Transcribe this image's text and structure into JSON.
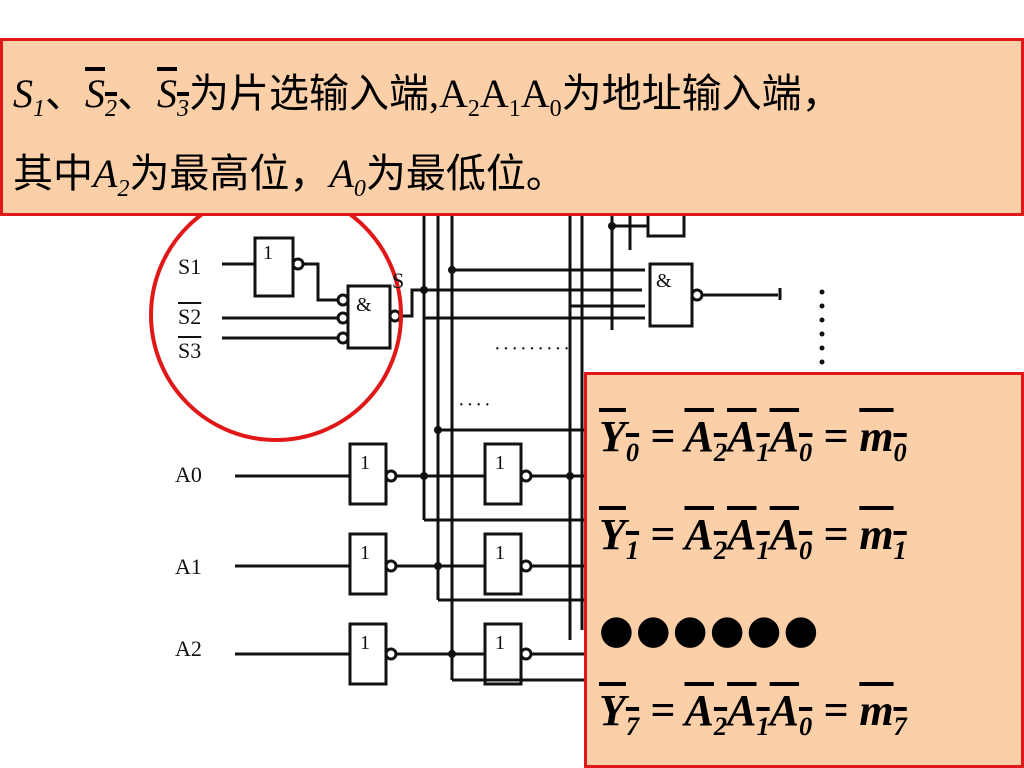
{
  "header": {
    "line1": {
      "s1": "S",
      "s1_sub": "1",
      "sep1": "、",
      "s2": "S",
      "s2_sub": "2",
      "sep2": "、",
      "s3": "S",
      "s3_sub": "3",
      "text1": "为片选输入端,",
      "a2": "A",
      "a2_sub": "2",
      "a1": "A",
      "a1_sub": "1",
      "a0": "A",
      "a0_sub": "0",
      "text2": "为地址输入端，"
    },
    "line2": {
      "text1": "其中",
      "a2": "A",
      "a2_sub": "2",
      "text2": "为最高位，",
      "a0": "A",
      "a0_sub": "0",
      "text3": "为最低位。"
    }
  },
  "circuit": {
    "labels": {
      "s1": "S1",
      "s2": "S2",
      "s3": "S3",
      "s": "S",
      "a0": "A0",
      "a1": "A1",
      "a2": "A2"
    },
    "gate_not": "1",
    "gate_and": "&",
    "dots_h1": "·········",
    "dots_h2": "····",
    "colors": {
      "line": "#111111",
      "circle": "#e01818"
    }
  },
  "equations": {
    "eq0": {
      "y": "Y",
      "y_sub": "0",
      "eq": " = ",
      "a2": "A",
      "a2_sub": "2",
      "a1": "A",
      "a1_sub": "1",
      "a0": "A",
      "a0_sub": "0",
      "eq2": " = ",
      "m": "m",
      "m_sub": "0"
    },
    "eq1": {
      "y": "Y",
      "y_sub": "1",
      "eq": " = ",
      "a2": "A",
      "a2_sub": "2",
      "a1": "A",
      "a1_sub": "1",
      "a0": "A",
      "a0_sub": "0",
      "eq2": " = ",
      "m": "m",
      "m_sub": "1"
    },
    "dots": "●●●●●●",
    "eq7": {
      "y": "Y",
      "y_sub": "7",
      "eq": " = ",
      "a2": "A",
      "a2_sub": "2",
      "a1": "A",
      "a1_sub": "1",
      "a0": "A",
      "a0_sub": "0",
      "eq2": " = ",
      "m": "m",
      "m_sub": "7"
    }
  },
  "colors": {
    "box_fill": "#fbcfa8",
    "box_border": "#e01818"
  }
}
